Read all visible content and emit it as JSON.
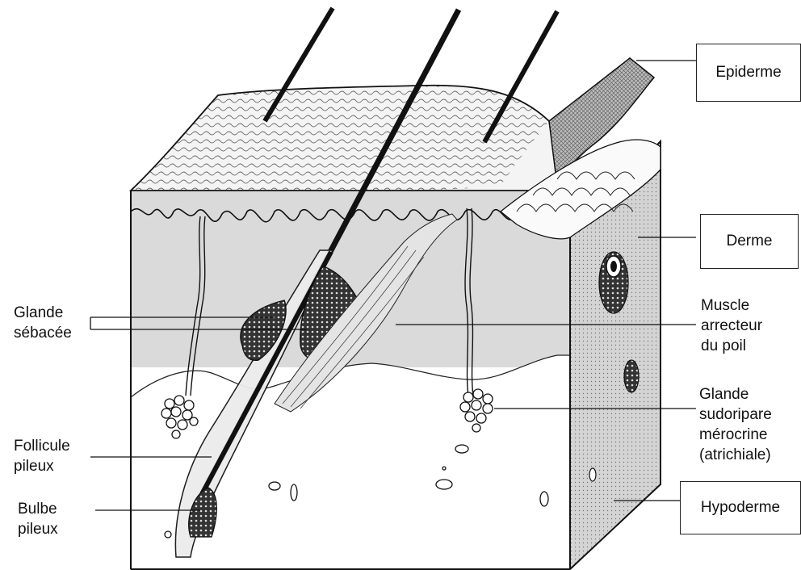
{
  "labels": {
    "epiderme": "Epiderme",
    "derme": "Derme",
    "hypoderme": "Hypoderme",
    "glande_sebacee": [
      "Glande",
      "sébacée"
    ],
    "muscle": [
      "Muscle",
      "arrecteur",
      "du poil"
    ],
    "glande_sudoripare": [
      "Glande",
      "sudoripare",
      "mérocrine",
      "(atrichiale)"
    ],
    "follicule": [
      "Follicule",
      "pileux"
    ],
    "bulbe": [
      "Bulbe",
      "pileux"
    ]
  },
  "colors": {
    "ink": "#111111",
    "epidermis": "#f7f7f7",
    "dermis": "#dcdcdc",
    "dermis_side": "#c9c9c9",
    "hypodermis": "#ffffff",
    "gland": "#3a3a3a"
  }
}
